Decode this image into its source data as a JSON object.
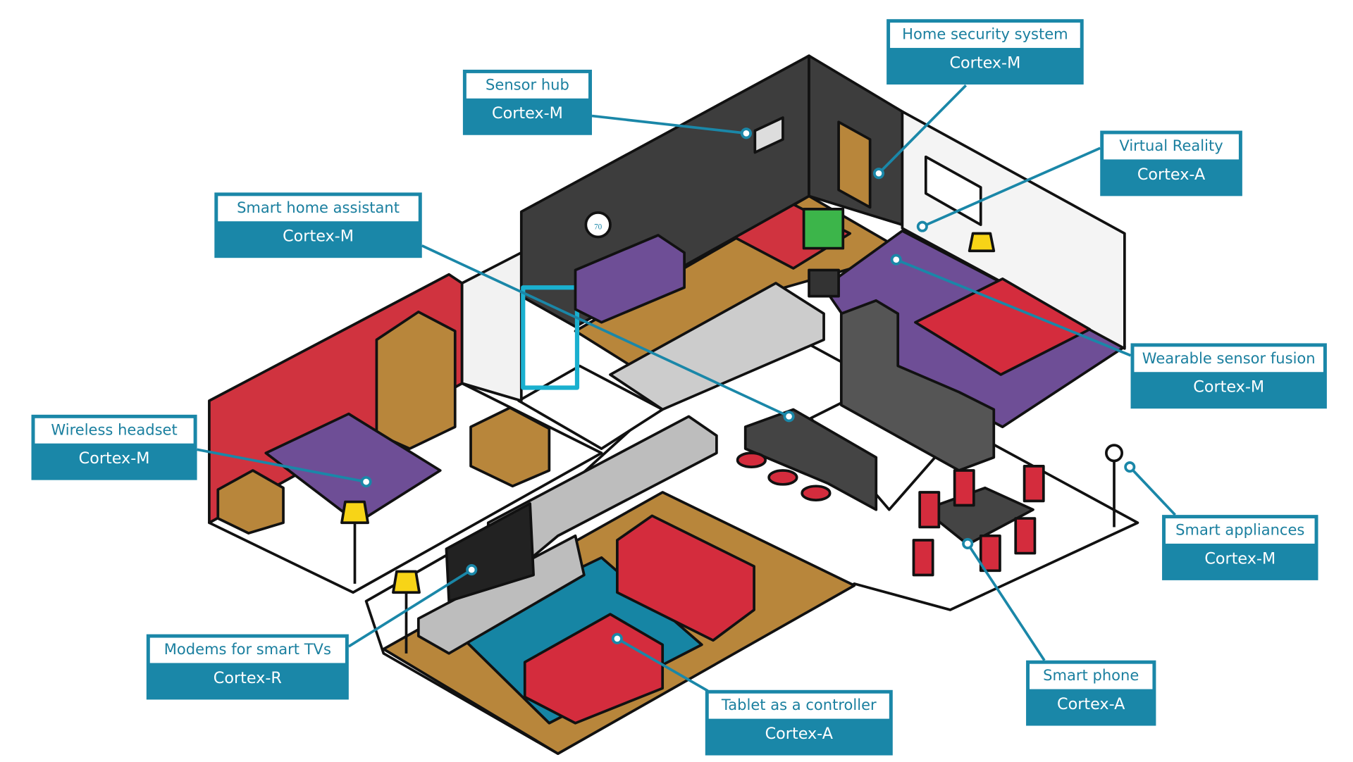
{
  "colors": {
    "label_bg": "#1a87a8",
    "wall_dark": "#3d3d3d",
    "wall_red": "#d0333f",
    "floor_wood": "#b8863b",
    "floor_purple": "#6e4e96",
    "rug_teal": "#1685a4",
    "sofa_red": "#d42c3d"
  },
  "labels": [
    {
      "title": "Home security system",
      "subtitle": "Cortex-M"
    },
    {
      "title": "Sensor hub",
      "subtitle": "Cortex-M"
    },
    {
      "title": "Virtual Reality",
      "subtitle": "Cortex-A"
    },
    {
      "title": "Smart home assistant",
      "subtitle": "Cortex-M"
    },
    {
      "title": "Wearable sensor fusion",
      "subtitle": "Cortex-M"
    },
    {
      "title": "Wireless headset",
      "subtitle": "Cortex-M"
    },
    {
      "title": "Smart appliances",
      "subtitle": "Cortex-M"
    },
    {
      "title": "Modems for smart TVs",
      "subtitle": "Cortex-R"
    },
    {
      "title": "Smart phone",
      "subtitle": "Cortex-A"
    },
    {
      "title": "Tablet as a controller",
      "subtitle": "Cortex-A"
    }
  ],
  "thermostat_reading": "70"
}
